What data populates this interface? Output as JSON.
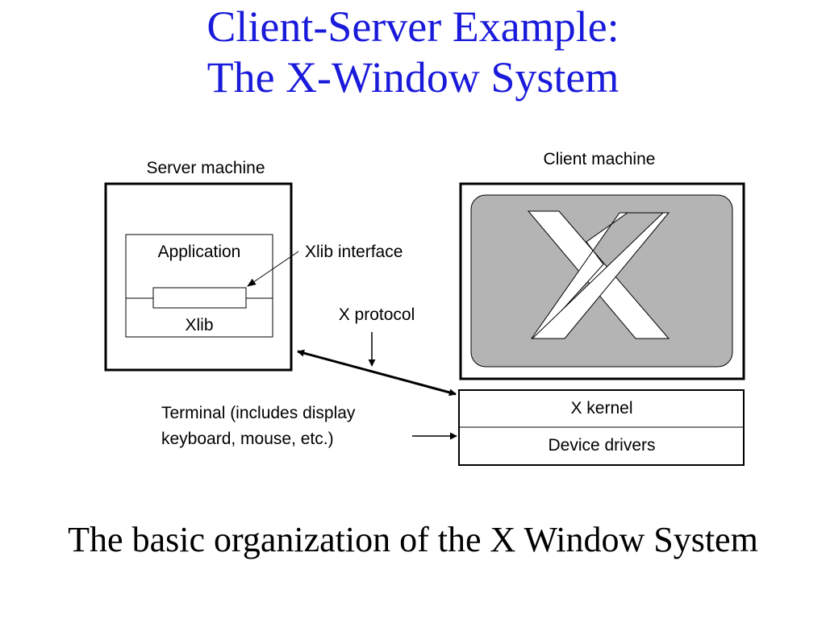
{
  "title": {
    "line1": "Client-Server Example:",
    "line2": "The X-Window System"
  },
  "diagram": {
    "server_machine_label": "Server machine",
    "client_machine_label": "Client machine",
    "application_label": "Application",
    "xlib_label": "Xlib",
    "xlib_interface_label": "Xlib interface",
    "x_protocol_label": "X protocol",
    "terminal_label_line1": "Terminal (includes display",
    "terminal_label_line2": "keyboard, mouse, etc.)",
    "x_kernel_label": "X kernel",
    "device_drivers_label": "Device drivers",
    "x_logo_letter": "X"
  },
  "caption": "The basic organization of the X Window System",
  "colors": {
    "title": "#1a1adb",
    "screen_fill": "#b4b4b4",
    "logo_fill": "#ffffff"
  }
}
